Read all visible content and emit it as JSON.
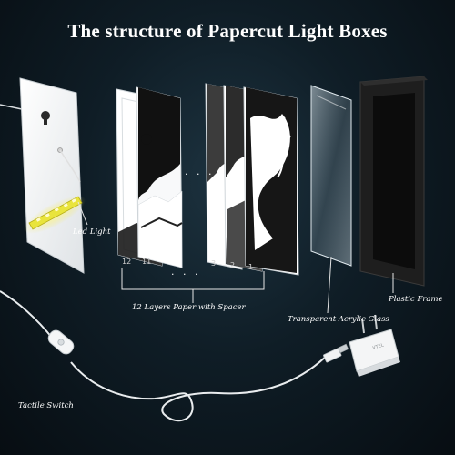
{
  "title": "The structure of Papercut Light Boxes",
  "labels": {
    "led_light": "Led Light",
    "layers": "12 Layers Paper with  Spacer",
    "plastic_frame": "Plastic Frame",
    "acrylic_glass": "Transparent Acrylic Glass",
    "tactile_switch": "Tactile Switch"
  },
  "ellipsis": "· · ·",
  "layer_numbers": [
    "1",
    "2",
    "3",
    "11",
    "12"
  ],
  "adapter_text": "VTEL",
  "colors": {
    "background": "#0f1d26",
    "panel": "#f2f3f4",
    "led": "#e8e23a",
    "frame": "#1b1b1b",
    "glass": "#b9c9d2",
    "cable": "#e9ecee"
  }
}
